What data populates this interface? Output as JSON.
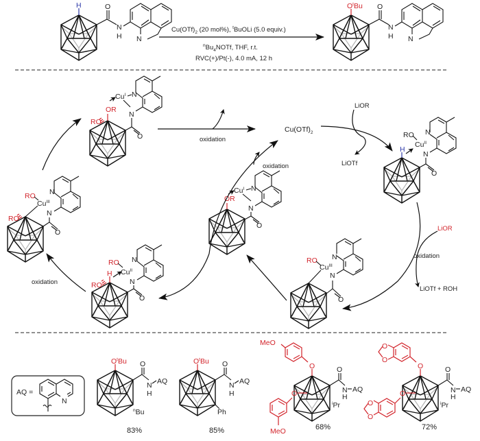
{
  "reaction": {
    "conditions_line1": "Cu(OTf)",
    "conditions_line1_sub": "2",
    "conditions_line1_rest": " (20 mol%), ",
    "conditions_tbu_sup": "t",
    "conditions_line1_end": "BuOLi (5.0 equiv.)",
    "conditions_line2_sup": "n",
    "conditions_line2_a": "Bu",
    "conditions_line2_sub": "4",
    "conditions_line2_b": "NOTf, THF, r.t.",
    "conditions_line3": "RVC(+)/Pt(-), 4.0 mA, 12 h",
    "sm_h_label": "H",
    "product_o_label": "O",
    "product_tbu_sup": "t",
    "product_bu_label": "Bu",
    "amide_o": "O",
    "amide_n": "N",
    "amide_h": "H",
    "quin_n": "N"
  },
  "cycle": {
    "cu_otf2": "Cu(OTf)",
    "cu_otf2_sub": "2",
    "lior_top": "LiOR",
    "liotf": "LiOTf",
    "lior_right": "LiOR",
    "liotf_roh": "LiOTf + ROH",
    "oxidation": "oxidation",
    "ro": "RO",
    "or": "OR",
    "h": "H",
    "cu": "Cu",
    "cu_I": "I",
    "cu_II": "II",
    "cu_III": "III",
    "n": "N",
    "o": "O"
  },
  "scope": {
    "aq_label": "AQ =",
    "aq": "AQ",
    "n": "N",
    "h": "H",
    "o": "O",
    "tbu_sup": "t",
    "bu": "Bu",
    "nbu_sup": "n",
    "ph": "Ph",
    "ipr_sup": "i",
    "pr": "Pr",
    "meo": "MeO",
    "compounds": [
      {
        "yield": "83%",
        "substituent": "nBu"
      },
      {
        "yield": "85%",
        "substituent": "Ph"
      },
      {
        "yield": "68%",
        "substituent": "iPr"
      },
      {
        "yield": "72%",
        "substituent": "iPr"
      }
    ]
  },
  "colors": {
    "highlight_red": "#d2232a",
    "hydrogen_blue": "#2e3aa8",
    "bond_black": "#111111",
    "cage_back_gray": "#b8b8b8"
  }
}
